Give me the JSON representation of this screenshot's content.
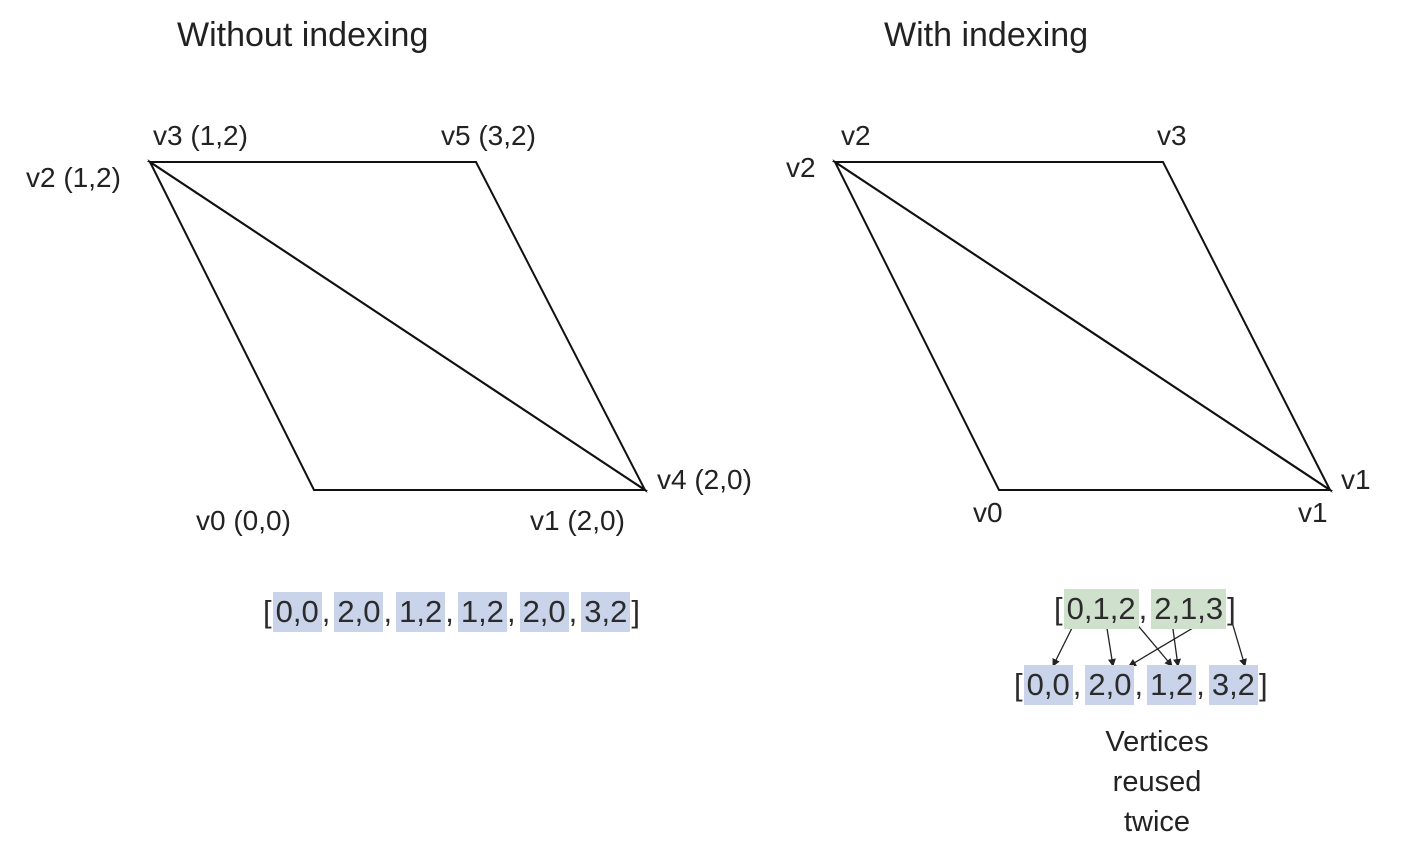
{
  "left_panel": {
    "title": "Without indexing",
    "labels": {
      "v0": "v0 (0,0)",
      "v1": "v1 (2,0)",
      "v2": "v2 (1,2)",
      "v3": "v3 (1,2)",
      "v4": "v4 (2,0)",
      "v5": "v5 (3,2)"
    },
    "array": [
      "0,0",
      "2,0",
      "1,2",
      "1,2",
      "2,0",
      "3,2"
    ]
  },
  "right_panel": {
    "title": "With indexing",
    "labels": {
      "v0": "v0",
      "v1_bottom": "v1",
      "v1_right": "v1",
      "v2_top": "v2",
      "v2_left": "v2",
      "v3": "v3"
    },
    "index_array": [
      "0,1,2",
      "2,1,3"
    ],
    "vertex_array": [
      "0,0",
      "2,0",
      "1,2",
      "3,2"
    ],
    "caption": [
      "Vertices",
      "reused",
      "twice"
    ]
  },
  "colors": {
    "vertex_chip": "#c9d3ea",
    "index_chip": "#cfe0cd",
    "lines": "#111111"
  }
}
